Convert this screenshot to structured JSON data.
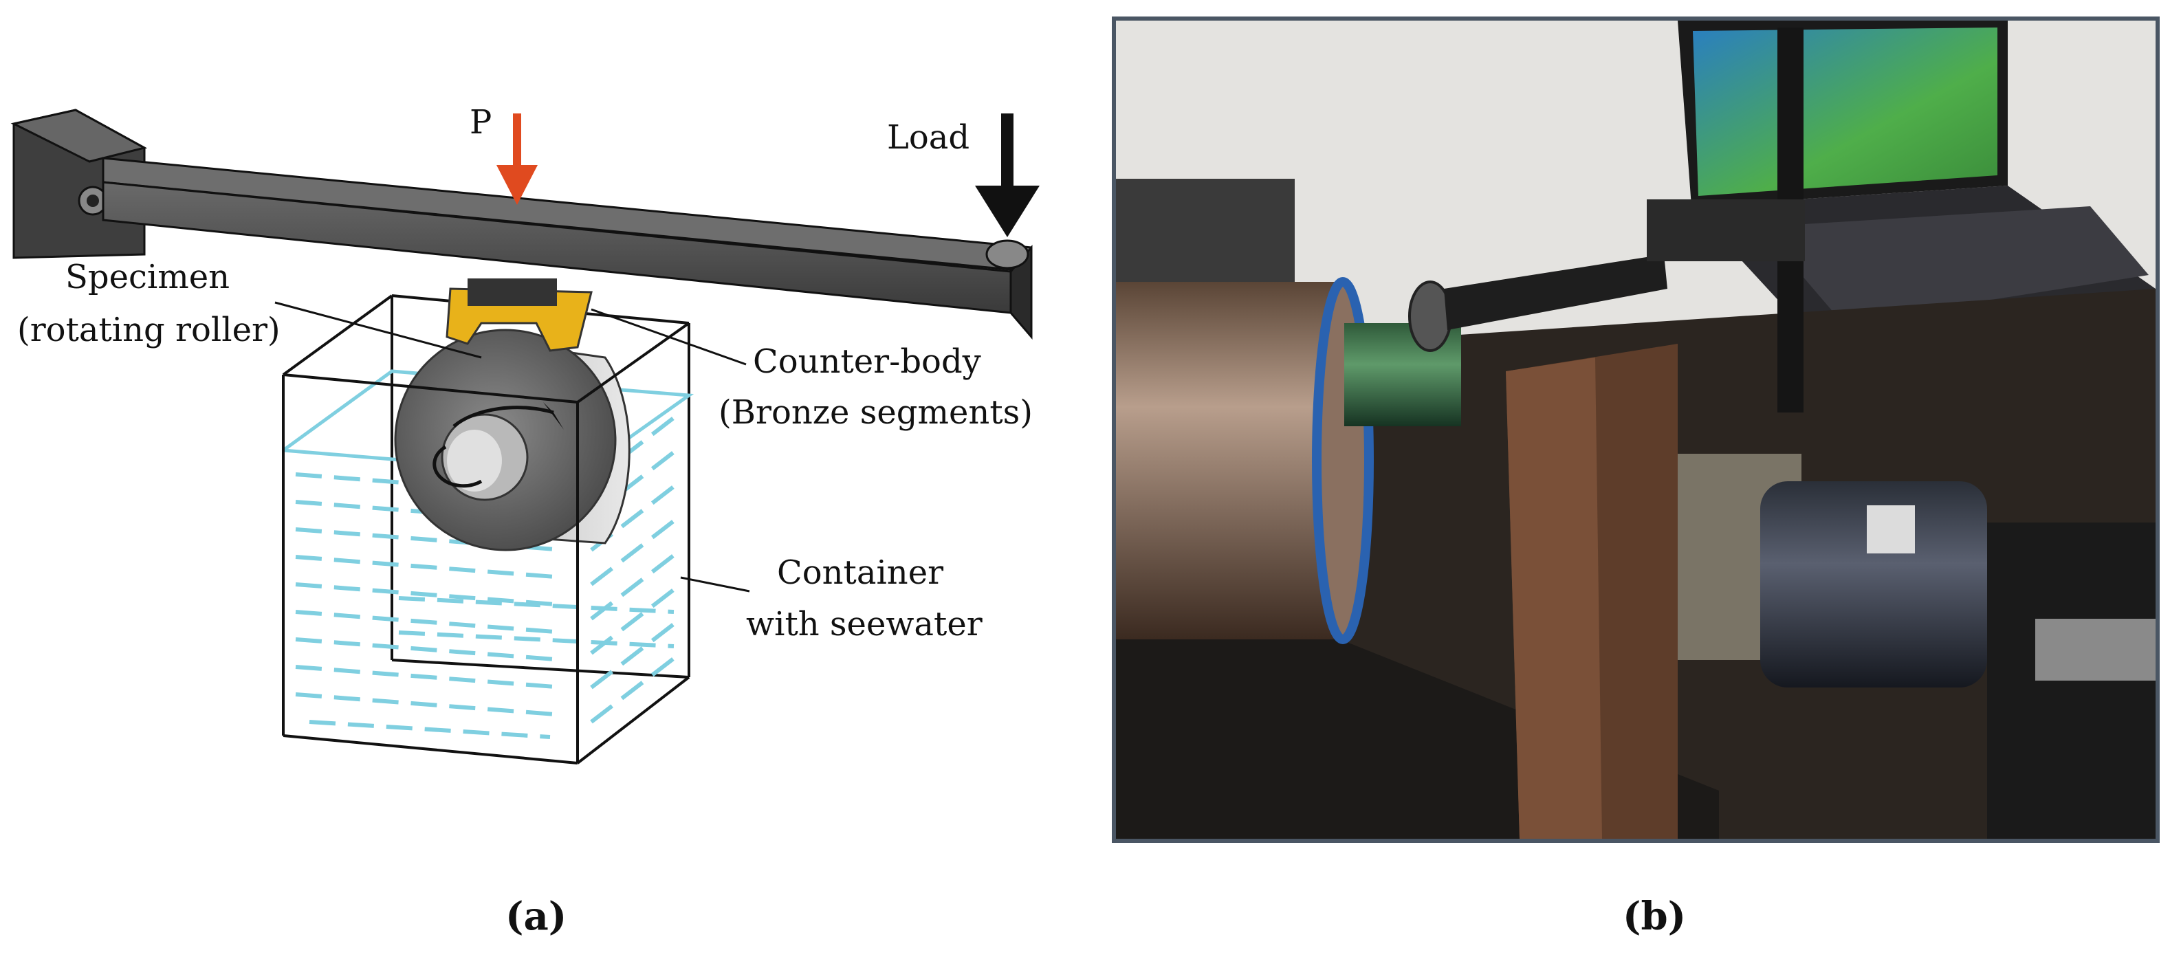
{
  "panel_a": {
    "label": "(a)",
    "annotations": {
      "force_p": "P",
      "load": "Load",
      "specimen_line1": "Specimen",
      "specimen_line2": "(rotating roller)",
      "counterbody_line1": "Counter-body",
      "counterbody_line2": "(Bronze segments)",
      "container_line1": "Container",
      "container_line2": "with seewater"
    },
    "colors": {
      "beam": "#4a4a4a",
      "force_arrow": "#e04a1f",
      "load_arrow": "#111111",
      "counterbody": "#e8b21a",
      "water": "#7fcfe0"
    }
  },
  "panel_b": {
    "label": "(b)",
    "description_icon": "photo-test-rig"
  }
}
